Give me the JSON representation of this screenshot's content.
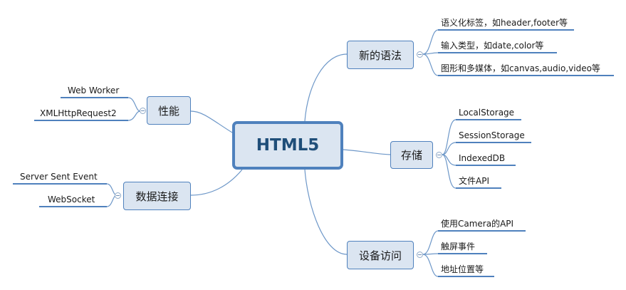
{
  "root": {
    "label": "HTML5"
  },
  "branches": {
    "syntax": {
      "label": "新的语法",
      "children": [
        "语义化标签，如header,footer等",
        "输入类型，如date,color等",
        "图形和多媒体，如canvas,audio,video等"
      ]
    },
    "storage": {
      "label": "存储",
      "children": [
        "LocalStorage",
        "SessionStorage",
        "IndexedDB",
        "文件API"
      ]
    },
    "device": {
      "label": "设备访问",
      "children": [
        "使用Camera的API",
        "触屏事件",
        "地址位置等"
      ]
    },
    "performance": {
      "label": "性能",
      "children": [
        "Web Worker",
        "XMLHttpRequest2"
      ]
    },
    "connectivity": {
      "label": "数据连接",
      "children": [
        "Server Sent Event",
        "WebSocket"
      ]
    }
  },
  "colors": {
    "line": "#6d97c8",
    "node_fill": "#dbe5f1",
    "node_border": "#4f81bd",
    "leaf_underline": "#4f81bd"
  }
}
